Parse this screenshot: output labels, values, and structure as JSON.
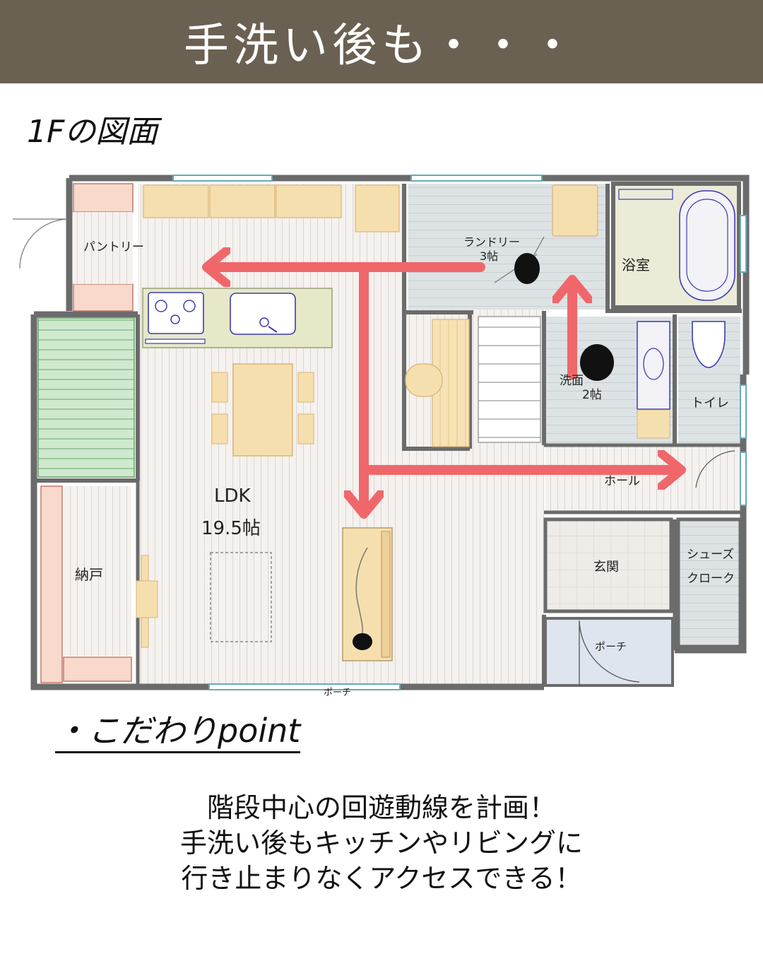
{
  "header": {
    "title": "手洗い後も・・・",
    "background": "#6b6152"
  },
  "plan": {
    "label": "1Fの図面",
    "rooms": {
      "pantry": "パントリー",
      "laundry_name": "ランドリー",
      "laundry_size": "3帖",
      "bath": "浴室",
      "washroom_name": "洗面",
      "washroom_size": "2帖",
      "toilet": "トイレ",
      "hall": "ホール",
      "ldk_name": "LDK",
      "ldk_size": "19.5帖",
      "storage": "納戸",
      "entrance": "玄関",
      "shoe_cloak_1": "シューズ",
      "shoe_cloak_2": "クローク",
      "porch": "ポーチ",
      "porch_bottom": "ポーチ"
    },
    "colors": {
      "arrow": "#f0676b",
      "wall": "#6b6b6b",
      "floor_wood": "#f2efec",
      "floor_laundry": "#dde3e4",
      "floor_bath": "#ebebd8",
      "kitchen_counter": "#e6e8c8",
      "furniture": "#f6dfae",
      "deck": "#cfe9cf",
      "storage_shelf": "#f8d9cc"
    }
  },
  "point": {
    "heading": "・こだわりpoint"
  },
  "description": {
    "line1": "階段中心の回遊動線を計画！",
    "line2": "手洗い後もキッチンやリビングに",
    "line3": "行き止まりなくアクセスできる！"
  }
}
